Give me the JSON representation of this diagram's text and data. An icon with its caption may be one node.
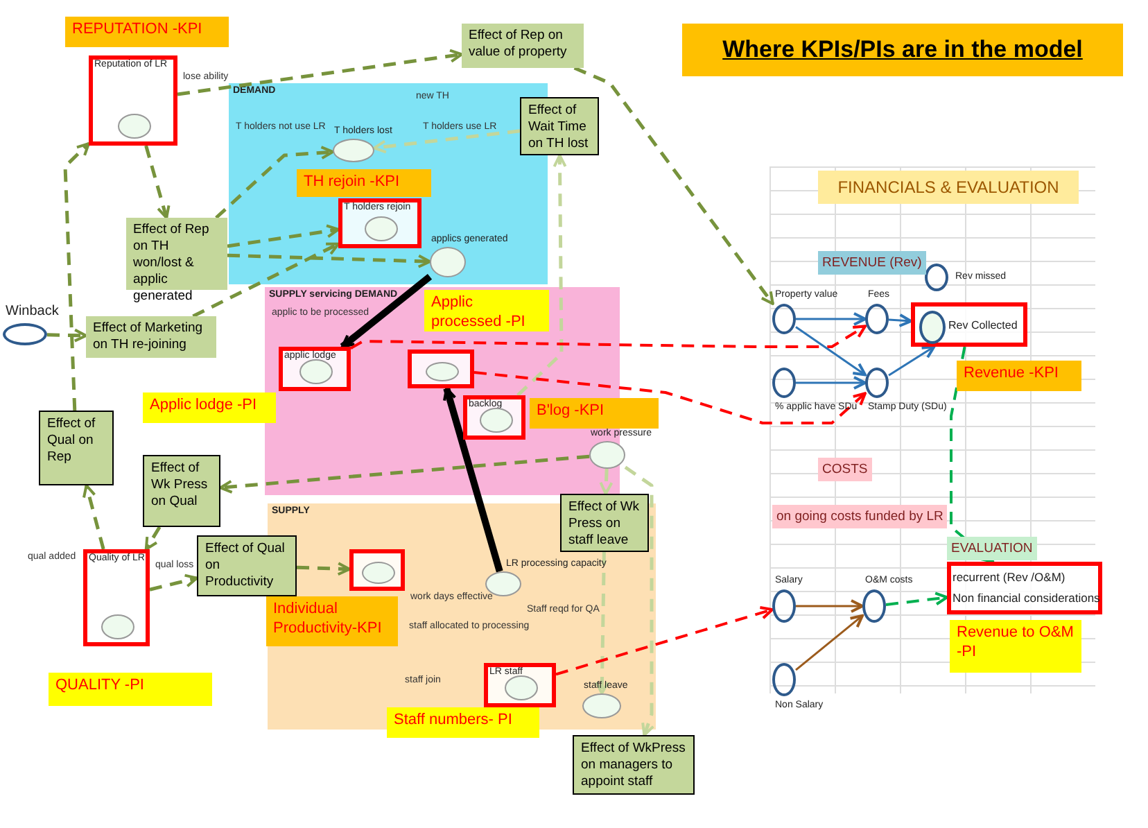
{
  "diagram": {
    "title": "Where KPIs/PIs are in the model",
    "nodes": [
      {
        "text": [
          "REPUTATION -KPI"
        ]
      },
      {
        "text": [
          "Reputation of LR"
        ]
      },
      {
        "text": [
          "Effect of Rep on value of property"
        ]
      },
      {
        "text": [
          "DEMAND"
        ]
      },
      {
        "text": [
          "T holders lost"
        ],
        "in": 3
      },
      {
        "text": [
          "TH rejoin -KPI"
        ],
        "in": 3
      },
      {
        "text": [
          "T holders rejoin"
        ],
        "in": 3
      },
      {
        "text": [
          "applics generated"
        ],
        "in": 3
      },
      {
        "text": [
          "Effect of Wait Time on TH lost"
        ]
      },
      {
        "text": [
          "Effect of Rep on TH won/lost & applic generated"
        ]
      },
      {
        "text": [
          "Winback"
        ]
      },
      {
        "text": [
          "Effect of Marketing on TH re-joining"
        ]
      },
      {
        "text": [
          "SUPPLY servicing DEMAND"
        ]
      },
      {
        "text": [
          "Applic processed -PI"
        ],
        "in": 12
      },
      {
        "text": [
          "applic lodge"
        ],
        "in": 12
      },
      {
        "text": [],
        "shape": "box",
        "in": 12
      },
      {
        "text": [
          "Applic lodge -PI"
        ]
      },
      {
        "text": [
          "backlog"
        ],
        "in": 12
      },
      {
        "text": [
          "B'log -KPI"
        ]
      },
      {
        "text": [
          "work pressure"
        ],
        "in": 12
      },
      {
        "text": [
          "Effect of Qual on Rep"
        ]
      },
      {
        "text": [
          "Effect of Wk Press on Qual"
        ]
      },
      {
        "text": [
          "SUPPLY"
        ]
      },
      {
        "text": [
          "Effect of Wk Press on staff leave"
        ],
        "in": 22
      },
      {
        "text": [
          "LR processing capacity"
        ],
        "in": 22
      },
      {
        "text": [],
        "shape": "box",
        "in": 22
      },
      {
        "text": [
          "Effect of Qual on Productivity"
        ]
      },
      {
        "text": [
          "Individual Productivity-KPI"
        ],
        "in": 22
      },
      {
        "text": [
          "LR staff"
        ],
        "in": 22
      },
      {
        "text": [
          "staff leave"
        ],
        "in": 22
      },
      {
        "text": [
          "Staff numbers- PI"
        ]
      },
      {
        "text": [
          "Effect of WkPress on managers to appoint staff"
        ]
      },
      {
        "text": [
          "Quality of LR"
        ]
      },
      {
        "text": [
          "QUALITY -PI"
        ]
      },
      {
        "text": [
          "FINANCIALS &  EVALUATION"
        ]
      },
      {
        "text": [
          "Property value"
        ],
        "in": 34
      },
      {
        "text": [
          "Fees"
        ],
        "in": 34
      },
      {
        "text": [
          "Rev missed"
        ],
        "in": 34
      },
      {
        "text": [
          "Rev Collected"
        ],
        "in": 34
      },
      {
        "text": [
          "% applic have SDu"
        ],
        "in": 34
      },
      {
        "text": [
          "Stamp Duty (SDu)"
        ],
        "in": 34
      },
      {
        "text": [
          "Revenue -KPI"
        ],
        "in": 34
      },
      {
        "text": [
          "Salary"
        ],
        "in": 34
      },
      {
        "text": [
          "O&M costs"
        ],
        "in": 34
      },
      {
        "text": [
          "Non Salary"
        ],
        "in": 34
      },
      {
        "text": [
          "recurrent (Rev /O&M)",
          "Non financial considerations"
        ],
        "in": 34
      },
      {
        "text": [
          "Revenue to O&M -PI"
        ],
        "in": 34
      }
    ],
    "edges": [
      {
        "from": 1,
        "to": 2,
        "arrow": "to",
        "style": "dashed"
      },
      {
        "from": 2,
        "to": 35,
        "arrow": "to",
        "style": "dashed"
      },
      {
        "from": 1,
        "to": 9,
        "arrow": "to",
        "style": "dashed"
      },
      {
        "from": 9,
        "to": 6,
        "arrow": "to",
        "style": "dashed"
      },
      {
        "from": 9,
        "to": 7,
        "arrow": "to",
        "style": "dashed"
      },
      {
        "from": 9,
        "to": 4,
        "arrow": "to",
        "style": "dashed"
      },
      {
        "from": 17,
        "to": 8,
        "arrow": "to",
        "style": "dashed",
        "color": "#c3d69b"
      },
      {
        "from": 8,
        "to": 4,
        "arrow": "to",
        "style": "dashed",
        "color": "#c3d69b"
      },
      {
        "from": 10,
        "to": 11,
        "arrow": "to",
        "style": "dashed"
      },
      {
        "from": 11,
        "to": 6,
        "arrow": "to",
        "style": "dashed"
      },
      {
        "from": 20,
        "to": 1,
        "arrow": "to",
        "style": "dashed"
      },
      {
        "from": 32,
        "to": 20,
        "arrow": "to",
        "style": "dashed"
      },
      {
        "from": 21,
        "to": 32,
        "arrow": "to",
        "style": "dashed"
      },
      {
        "from": 19,
        "to": 21,
        "arrow": "to",
        "style": "dashed"
      },
      {
        "from": 32,
        "to": 26,
        "arrow": "to",
        "style": "dashed"
      },
      {
        "from": 26,
        "to": 25,
        "arrow": "to",
        "style": "dashed"
      },
      {
        "from": 7,
        "to": 14,
        "arrow": "to",
        "style": "thick",
        "color": "#000000"
      },
      {
        "from": 24,
        "to": 15,
        "arrow": "to",
        "style": "thick",
        "color": "#000000"
      },
      {
        "from": 14,
        "to": 36,
        "arrow": "to",
        "style": "dashed",
        "color": "#ff0000"
      },
      {
        "from": 15,
        "to": 40,
        "arrow": "to",
        "style": "dashed",
        "color": "#ff0000"
      },
      {
        "from": 19,
        "to": 23,
        "arrow": "to",
        "style": "dashed",
        "color": "#c3d69b"
      },
      {
        "from": 23,
        "to": 29,
        "arrow": "to",
        "style": "dashed",
        "color": "#c3d69b"
      },
      {
        "from": 19,
        "to": 31,
        "arrow": "to",
        "style": "dashed",
        "color": "#c3d69b"
      },
      {
        "from": 28,
        "to": 42,
        "arrow": "to",
        "style": "dashed",
        "color": "#ff0000"
      },
      {
        "from": 38,
        "to": 45,
        "arrow": "to",
        "style": "dashed",
        "color": "#00b050"
      },
      {
        "from": 43,
        "to": 45,
        "arrow": "to",
        "style": "dashed",
        "color": "#00b050"
      },
      {
        "from": 35,
        "to": 36,
        "arrow": "to",
        "color": "#2e75b6"
      },
      {
        "from": 35,
        "to": 40,
        "arrow": "to",
        "color": "#2e75b6"
      },
      {
        "from": 36,
        "to": 38,
        "arrow": "to",
        "color": "#2e75b6"
      },
      {
        "from": 40,
        "to": 38,
        "arrow": "to",
        "color": "#2e75b6"
      },
      {
        "from": 39,
        "to": 40,
        "arrow": "to",
        "color": "#2e75b6"
      },
      {
        "from": 42,
        "to": 43,
        "arrow": "to",
        "color": "#9c5b1c"
      },
      {
        "from": 44,
        "to": 43,
        "arrow": "to",
        "color": "#9c5b1c"
      }
    ],
    "labels": [
      "lose ability",
      "new TH",
      "T holders not use LR",
      "T holders use LR",
      "applic to be processed",
      "REVENUE (Rev)",
      "COSTS",
      "on going costs funded by LR",
      "qual added",
      "qual loss",
      "work days effective",
      "Staff reqd for QA",
      "staff allocated to processing",
      "EVALUATION",
      "staff join"
    ]
  }
}
